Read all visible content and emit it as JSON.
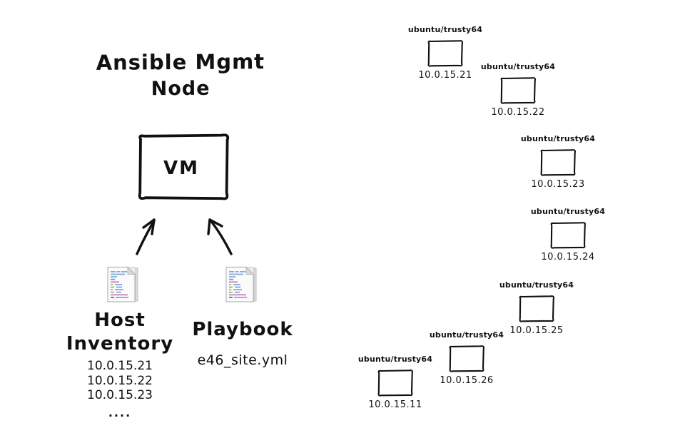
{
  "diagram": {
    "title_line1": "Ansible Mgmt",
    "title_line2": "Node",
    "vm_label": "VM",
    "host_inventory": {
      "label_line1": "Host",
      "label_line2": "Inventory",
      "ips": [
        "10.0.15.21",
        "10.0.15.22",
        "10.0.15.23"
      ],
      "ellipsis": "...."
    },
    "playbook": {
      "label": "Playbook",
      "filename": "e46_site.yml"
    },
    "nodes": [
      {
        "label": "ubuntu/trusty64",
        "ip": "10.0.15.21"
      },
      {
        "label": "ubuntu/trusty64",
        "ip": "10.0.15.22"
      },
      {
        "label": "ubuntu/trusty64",
        "ip": "10.0.15.23"
      },
      {
        "label": "ubuntu/trusty64",
        "ip": "10.0.15.24"
      },
      {
        "label": "ubuntu/trusty64",
        "ip": "10.0.15.25"
      },
      {
        "label": "ubuntu/trusty64",
        "ip": "10.0.15.26"
      },
      {
        "label": "ubuntu/trusty64",
        "ip": "10.0.15.11"
      }
    ],
    "icons": {
      "host_inventory_file": "code-file-icon",
      "playbook_file": "code-file-icon"
    },
    "colors": {
      "stroke": "#111111",
      "background": "#ffffff",
      "file_border": "#b6b6bc",
      "file_line_blue": "#85a9d6",
      "file_line_pink": "#c982b8",
      "file_line_green": "#8fbc75",
      "file_line_red": "#cc4c4c",
      "file_line_purple": "#9e86c8"
    }
  }
}
